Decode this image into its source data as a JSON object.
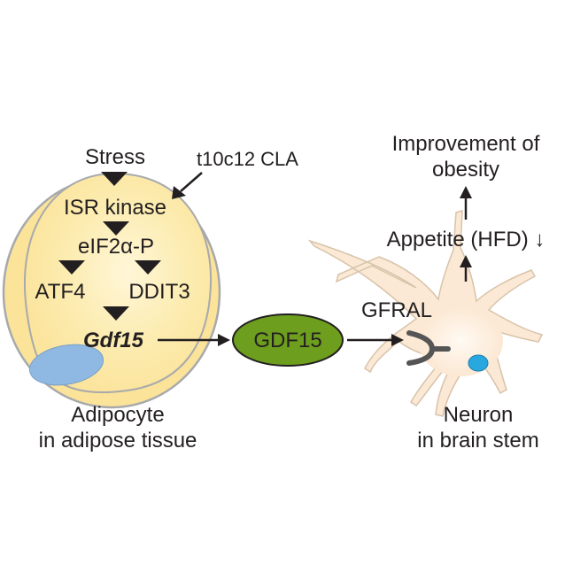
{
  "pathway": {
    "stress": "Stress",
    "t10c12_cla": "t10c12 CLA",
    "isr_kinase": "ISR kinase",
    "eif2a_p": "eIF2α-P",
    "atf4": "ATF4",
    "ddit3": "DDIT3",
    "gdf15_gene": "Gdf15"
  },
  "secreted": {
    "gdf15_protein": "GDF15"
  },
  "receptor": {
    "gfral": "GFRAL"
  },
  "outcome": {
    "appetite": "Appetite (HFD) ↓",
    "improvement_line1": "Improvement of",
    "improvement_line2": "obesity"
  },
  "cells": {
    "adipocyte_line1": "Adipocyte",
    "adipocyte_line2": "in adipose tissue",
    "neuron_line1": "Neuron",
    "neuron_line2": "in brain stem"
  },
  "colors": {
    "adipocyte_fill": "#fbe39a",
    "adipocyte_center": "#fff6d8",
    "cell_outline": "#a7a9ac",
    "lipid_droplet": "#8fb9e3",
    "gdf15_fill": "#6e9e1e",
    "neuron_fill": "#fbe9d5",
    "nucleus": "#29a8e0",
    "receptor": "#555555",
    "arrow": "#231f20"
  }
}
